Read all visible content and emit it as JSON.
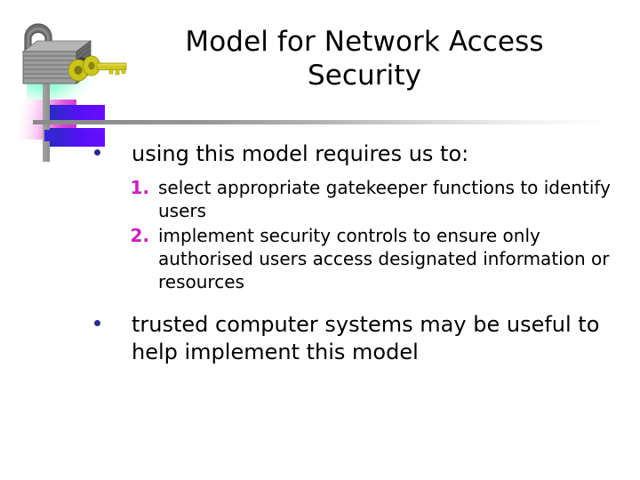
{
  "slide": {
    "title": "Model for Network Access Security",
    "title_line1": "Model for Network Access",
    "title_line2": "Security",
    "bullets": [
      {
        "marker": "•",
        "text": "using this model requires us to:",
        "sub_items": [
          {
            "number": "1.",
            "text": "select appropriate gatekeeper functions to identify users"
          },
          {
            "number": "2.",
            "text": "implement security controls to ensure only authorised users access designated information or resources"
          }
        ]
      },
      {
        "marker": "•",
        "text": "trusted computer systems may be useful to help implement this model",
        "sub_items": []
      }
    ],
    "decoration": {
      "lock_icon": "padlock-icon",
      "key_icon": "key-icon",
      "lock_body_color": "#8a8a8a",
      "lock_shackle_color": "#7a7a7a",
      "key_color": "#c8c21a",
      "mint_glow_color": "#86ffd0",
      "pink_gradient_color": "#d432d4",
      "violet_block_color": "#5511f5",
      "rule_color": "#8a8a8a",
      "bullet_color": "#2b2b8f",
      "number_color": "#cc1fc4",
      "title_color": "#000000",
      "body_color": "#000000",
      "background_color": "#ffffff"
    }
  }
}
